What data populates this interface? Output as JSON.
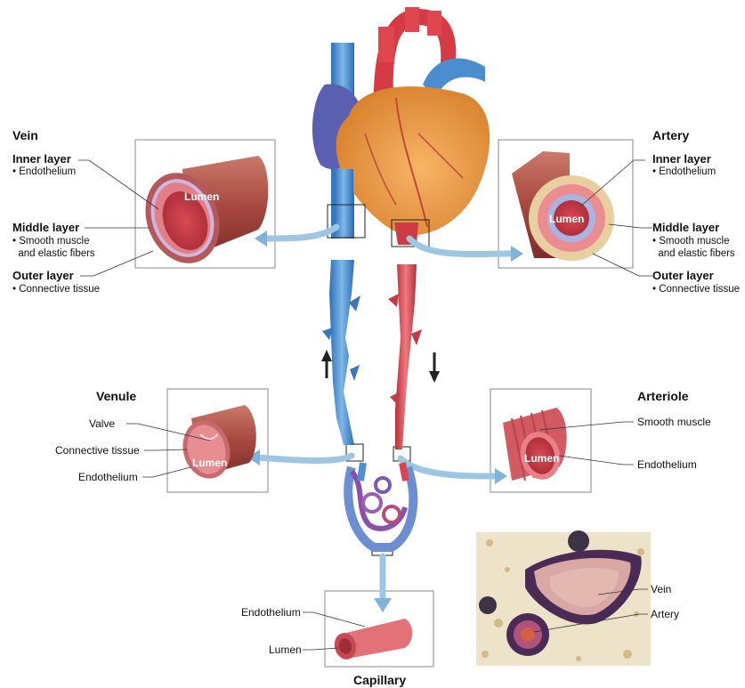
{
  "vein": {
    "title": "Vein",
    "inner_layer": "Inner layer",
    "inner_items": [
      "• Endothelium"
    ],
    "middle_layer": "Middle layer",
    "middle_items": [
      "• Smooth muscle",
      "  and elastic fibers"
    ],
    "outer_layer": "Outer layer",
    "outer_items": [
      "• Connective tissue"
    ],
    "lumen": "Lumen"
  },
  "artery": {
    "title": "Artery",
    "inner_layer": "Inner layer",
    "inner_items": [
      "• Endothelium"
    ],
    "middle_layer": "Middle layer",
    "middle_items": [
      "• Smooth muscle",
      "  and elastic fibers"
    ],
    "outer_layer": "Outer layer",
    "outer_items": [
      "• Connective tissue"
    ],
    "lumen": "Lumen"
  },
  "venule": {
    "title": "Venule",
    "labels": [
      "Valve",
      "Connective tissue",
      "Endothelium"
    ],
    "lumen": "Lumen"
  },
  "arteriole": {
    "title": "Arteriole",
    "labels": [
      "Smooth muscle",
      "Endothelium"
    ],
    "lumen": "Lumen"
  },
  "capillary": {
    "title": "Capillary",
    "labels": [
      "Endothelium",
      "Lumen"
    ]
  },
  "micrograph": {
    "labels": [
      "Vein",
      "Artery"
    ]
  },
  "colors": {
    "vein_blue": "#4f8fd1",
    "artery_red": "#d8474f",
    "arrow_blue": "#9cc6e3",
    "muscle_pink": "#e77f86",
    "heart_orange": "#f2a64b",
    "heart_purple": "#5b5fb0"
  }
}
